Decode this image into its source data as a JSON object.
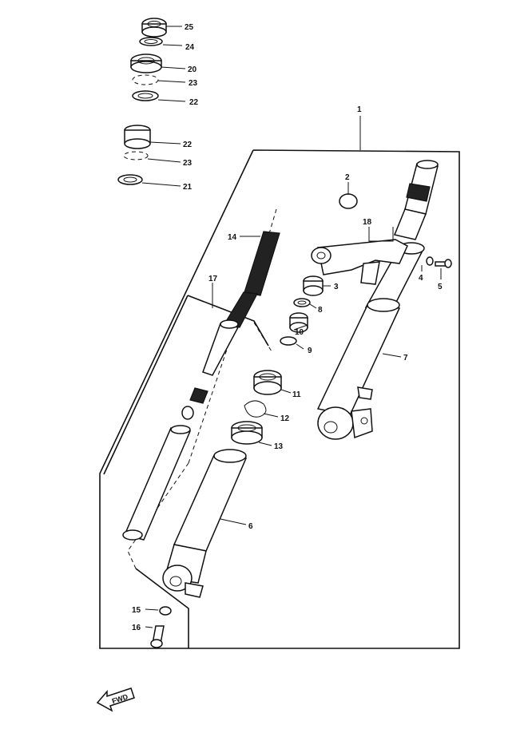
{
  "labels": {
    "p1": "1",
    "p2": "2",
    "p3": "3",
    "p4": "4",
    "p5": "5",
    "p6": "6",
    "p7": "7",
    "p8": "8",
    "p9": "9",
    "p10": "10",
    "p11": "11",
    "p12": "12",
    "p13": "13",
    "p14": "14",
    "p15": "15",
    "p16": "16",
    "p17": "17",
    "p18": "18",
    "p20": "20",
    "p21": "21",
    "p22a": "22",
    "p22b": "22",
    "p23a": "23",
    "p23b": "23",
    "p24": "24",
    "p25": "25"
  },
  "fwd_label": "FWD"
}
